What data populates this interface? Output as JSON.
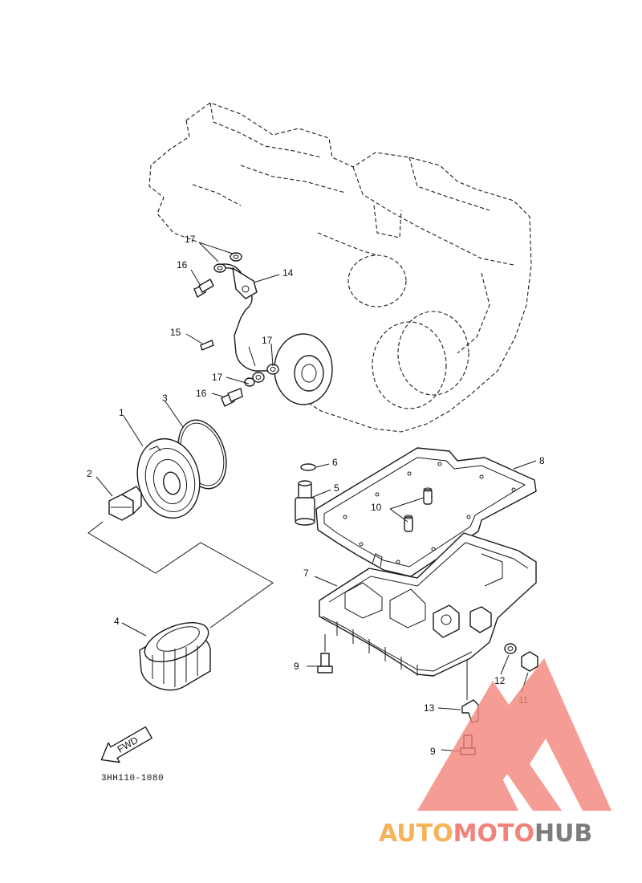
{
  "diagram": {
    "callouts": [
      {
        "num": "1"
      },
      {
        "num": "2"
      },
      {
        "num": "3"
      },
      {
        "num": "4"
      },
      {
        "num": "5"
      },
      {
        "num": "6"
      },
      {
        "num": "7"
      },
      {
        "num": "8"
      },
      {
        "num": "9"
      },
      {
        "num": "9"
      },
      {
        "num": "10"
      },
      {
        "num": "11"
      },
      {
        "num": "12"
      },
      {
        "num": "13"
      },
      {
        "num": "14"
      },
      {
        "num": "15"
      },
      {
        "num": "16"
      },
      {
        "num": "16"
      },
      {
        "num": "17"
      },
      {
        "num": "17"
      },
      {
        "num": "17"
      }
    ],
    "part_code": "3HH110-1080",
    "fwd_label": "FWD"
  },
  "watermark": {
    "part1": "AUTO",
    "part2": "MOTO",
    "part3": "HUB",
    "colors": {
      "orange": "#f7b25a",
      "pink": "#f2837a",
      "gray": "#7d7d7d"
    }
  }
}
